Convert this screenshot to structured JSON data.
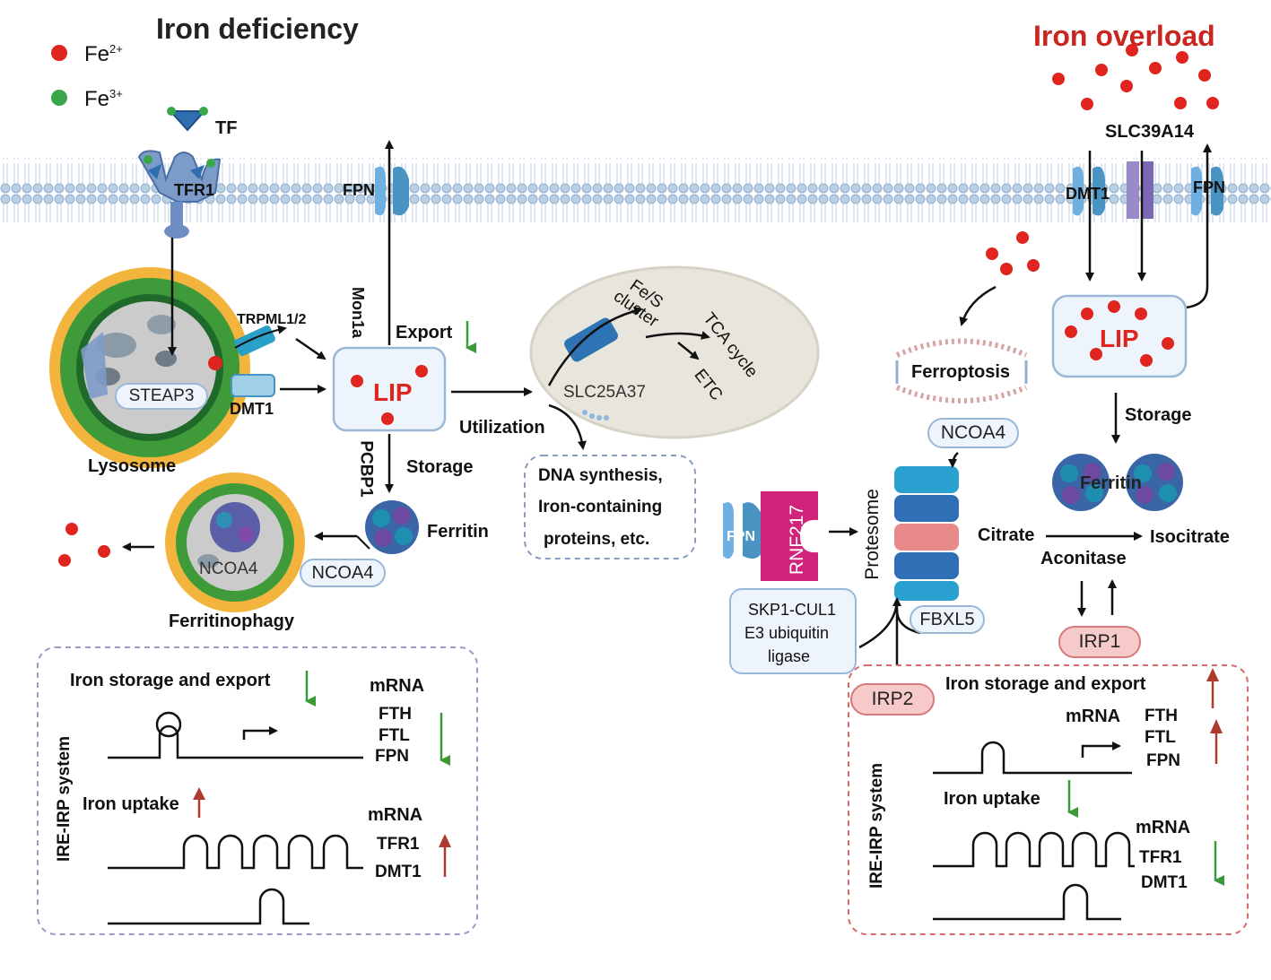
{
  "legend": {
    "fe2": "Fe",
    "fe2_sup": "2+",
    "fe3": "Fe",
    "fe3_sup": "3+",
    "fe2_color": "#e0251e",
    "fe3_color": "#3aa64a"
  },
  "titles": {
    "deficiency": "Iron deficiency",
    "overload": "Iron overload",
    "overload_color": "#c8261f"
  },
  "left": {
    "tf": "TF",
    "tfr1": "TFR1",
    "fpn": "FPN",
    "mon1a": "Mon1a",
    "trpml": "TRPML1/2",
    "steap3": "STEAP3",
    "dmt1": "DMT1",
    "lysosome": "Lysosome",
    "lip": "LIP",
    "export": "Export",
    "pcbp1": "PCBP1",
    "storage": "Storage",
    "ferritin": "Ferritin",
    "ncoa4": "NCOA4",
    "ncoa4_inner": "NCOA4",
    "ferritinophagy": "Ferritinophagy",
    "utilization": "Utilization",
    "slc25a37": "SLC25A37",
    "fes1": "Fe/S",
    "fes2": "cluster",
    "tca": "TCA cycle",
    "etc": "ETC",
    "dna1": "DNA synthesis,",
    "dna2": "Iron-containing",
    "dna3": "proteins, etc."
  },
  "left_ire": {
    "system": "IRE-IRP system",
    "storage_export": "Iron storage and export",
    "mrna1": "mRNA",
    "fth": "FTH",
    "ftl": "FTL",
    "fpn": "FPN",
    "uptake": "Iron uptake",
    "mrna2": "mRNA",
    "tfr1": "TFR1",
    "dmt1": "DMT1"
  },
  "right": {
    "slc39a14": "SLC39A14",
    "dmt1": "DMT1",
    "fpn": "FPN",
    "lip": "LIP",
    "ferroptosis": "Ferroptosis",
    "storage": "Storage",
    "ncoa4": "NCOA4",
    "ferritin": "Ferritin",
    "protesome": "Protesome",
    "rnf217": "RNF217",
    "fpn_small": "FPN",
    "skp1": "SKP1-CUL1",
    "e3": "E3 ubiquitin",
    "ligase": "ligase",
    "fbxl5": "FBXL5",
    "citrate": "Citrate",
    "isocitrate": "Isocitrate",
    "aconitase": "Aconitase",
    "irp1": "IRP1",
    "irp2": "IRP2"
  },
  "right_ire": {
    "system": "IRE-IRP system",
    "storage_export": "Iron storage and export",
    "mrna1": "mRNA",
    "fth": "FTH",
    "ftl": "FTL",
    "fpn": "FPN",
    "uptake": "Iron uptake",
    "mrna2": "mRNA",
    "tfr1": "TFR1",
    "dmt1": "DMT1"
  }
}
